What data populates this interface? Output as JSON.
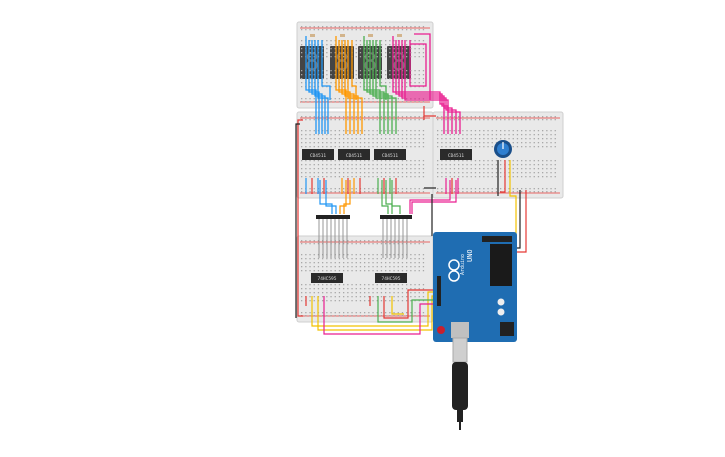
{
  "chips": {
    "top": [
      "CD4511",
      "CD4511",
      "CD4511",
      "CD4511"
    ],
    "bottom": [
      "74HC595",
      "74HC595"
    ]
  },
  "arduino": {
    "brand": "Arduino",
    "model": "UNO"
  },
  "digits": [
    "8",
    "8",
    "8",
    "8"
  ],
  "colors": {
    "breadboard": "#e9e9e9",
    "arduino_blue": "#1f6db2",
    "wire_blue": "#2196f3",
    "wire_orange": "#ff9800",
    "wire_green": "#4caf50",
    "wire_magenta": "#e91e90",
    "wire_red": "#e53935",
    "wire_black": "#222222",
    "wire_yellow": "#f2c200",
    "seg_display": "#444444"
  }
}
